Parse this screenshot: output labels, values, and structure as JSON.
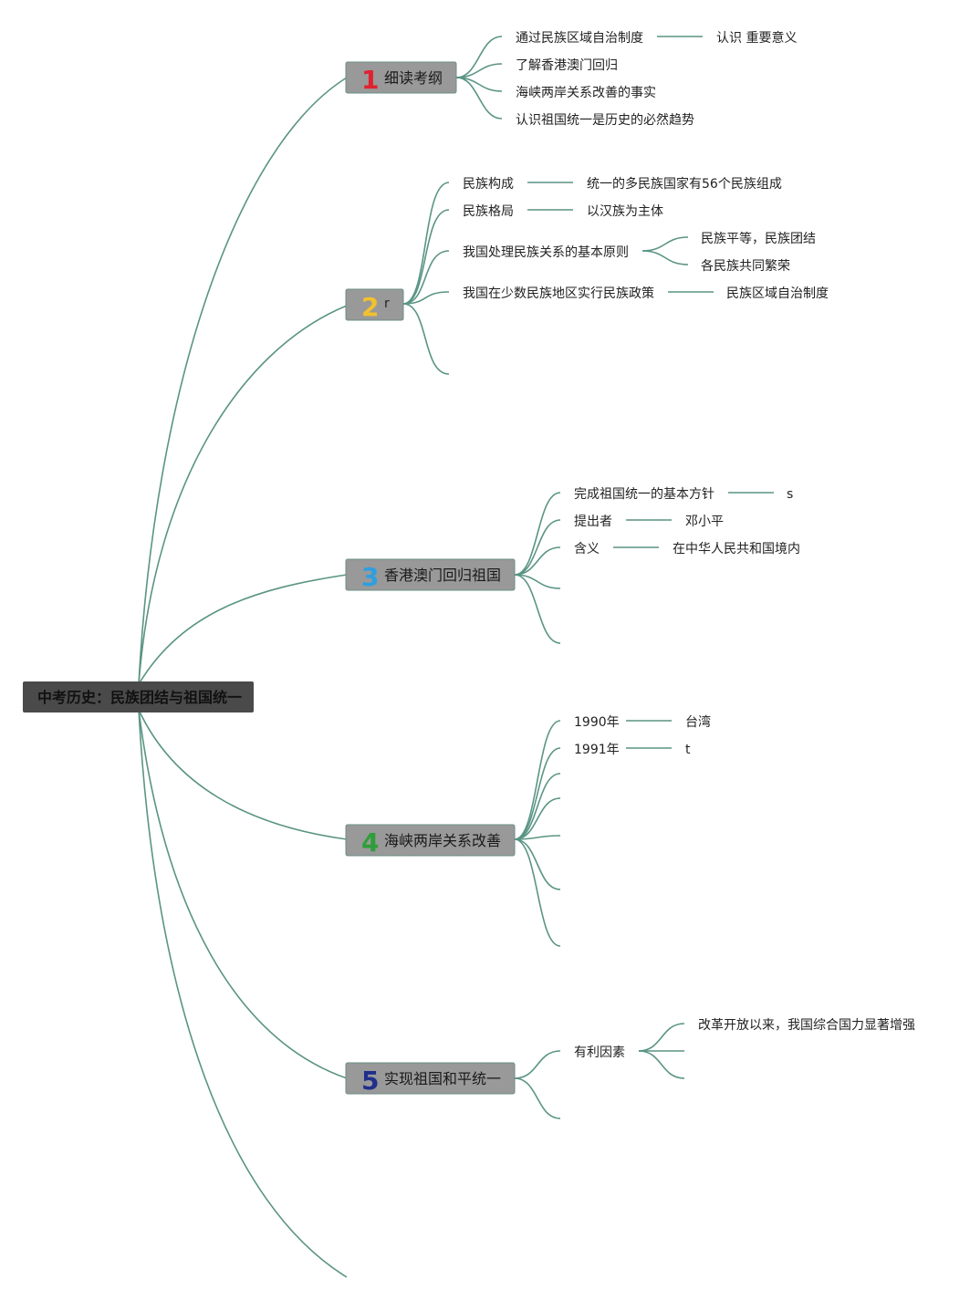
{
  "root": {
    "label": "中考历史：民族团结与祖国统一"
  },
  "colors": {
    "line": "#5a9484",
    "root_bg": "#4a4a4a",
    "branch_bg": "#999999",
    "branch_border": "#6b8f86"
  },
  "branches": [
    {
      "number": "1",
      "number_color": "#e0212f",
      "label": "细读考纲",
      "children": [
        {
          "label": "通过民族区域自治制度",
          "children": [
            "认识 重要意义"
          ]
        },
        {
          "label": "了解香港澳门回归"
        },
        {
          "label": "海峡两岸关系改善的事实"
        },
        {
          "label": "认识祖国统一是历史的必然趋势"
        }
      ]
    },
    {
      "number": "2",
      "number_color": "#f2c12e",
      "label": "r",
      "children": [
        {
          "label": "民族构成",
          "children": [
            "统一的多民族国家有56个民族组成"
          ]
        },
        {
          "label": "民族格局",
          "children": [
            "以汉族为主体"
          ]
        },
        {
          "label": "我国处理民族关系的基本原则",
          "children": [
            "民族平等，民族团结",
            "各民族共同繁荣"
          ]
        },
        {
          "label": "我国在少数民族地区实行民族政策",
          "children": [
            "民族区域自治制度"
          ]
        }
      ]
    },
    {
      "number": "3",
      "number_color": "#2e9fe0",
      "label": "香港澳门回归祖国",
      "children": [
        {
          "label": "完成祖国统一的基本方针",
          "children": [
            "s"
          ]
        },
        {
          "label": "提出者",
          "children": [
            "邓小平"
          ]
        },
        {
          "label": "含义",
          "children": [
            "在中华人民共和国境内"
          ]
        }
      ]
    },
    {
      "number": "4",
      "number_color": "#2e9e3a",
      "label": "海峡两岸关系改善",
      "children": [
        {
          "label": "1990年",
          "children": [
            "台湾"
          ]
        },
        {
          "label": "1991年",
          "children": [
            "t"
          ]
        }
      ]
    },
    {
      "number": "5",
      "number_color": "#1f2f8a",
      "label": "实现祖国和平统一",
      "children": [
        {
          "label": "有利因素",
          "children": [
            "改革开放以来，我国综合国力显著增强"
          ]
        }
      ]
    }
  ]
}
